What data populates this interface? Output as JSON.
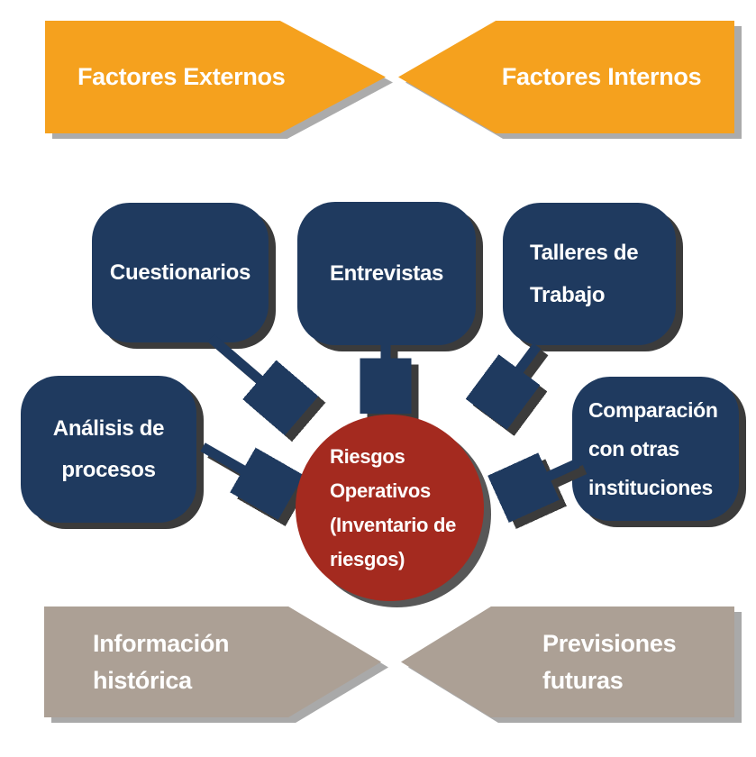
{
  "colors": {
    "banner_orange": "#F5A11E",
    "box_navy": "#1F3A5F",
    "circle_red": "#A42A1F",
    "banner_taupe": "#ACA095",
    "text_white": "#FFFFFF",
    "shadow_light": "#ABABAB",
    "shadow_dark": "#3B3B3B",
    "shadow_red": "#575757"
  },
  "top_banners": {
    "external": {
      "label": "Factores Externos"
    },
    "internal": {
      "label": "Factores Internos"
    }
  },
  "method_boxes": {
    "cuestionarios": {
      "label": "Cuestionarios"
    },
    "entrevistas": {
      "label": "Entrevistas"
    },
    "talleres": {
      "line1": "Talleres de",
      "line2": "Trabajo"
    },
    "analisis": {
      "line1": "Análisis de",
      "line2": "procesos"
    },
    "comparacion": {
      "line1": "Comparación",
      "line2": "con otras",
      "line3": "instituciones"
    }
  },
  "center_circle": {
    "line1": "Riesgos",
    "line2": "Operativos",
    "line3": "(Inventario de",
    "line4": "riesgos)"
  },
  "bottom_banners": {
    "historica": {
      "line1": "Información",
      "line2": "histórica"
    },
    "futuras": {
      "line1": "Previsiones",
      "line2": "futuras"
    }
  }
}
